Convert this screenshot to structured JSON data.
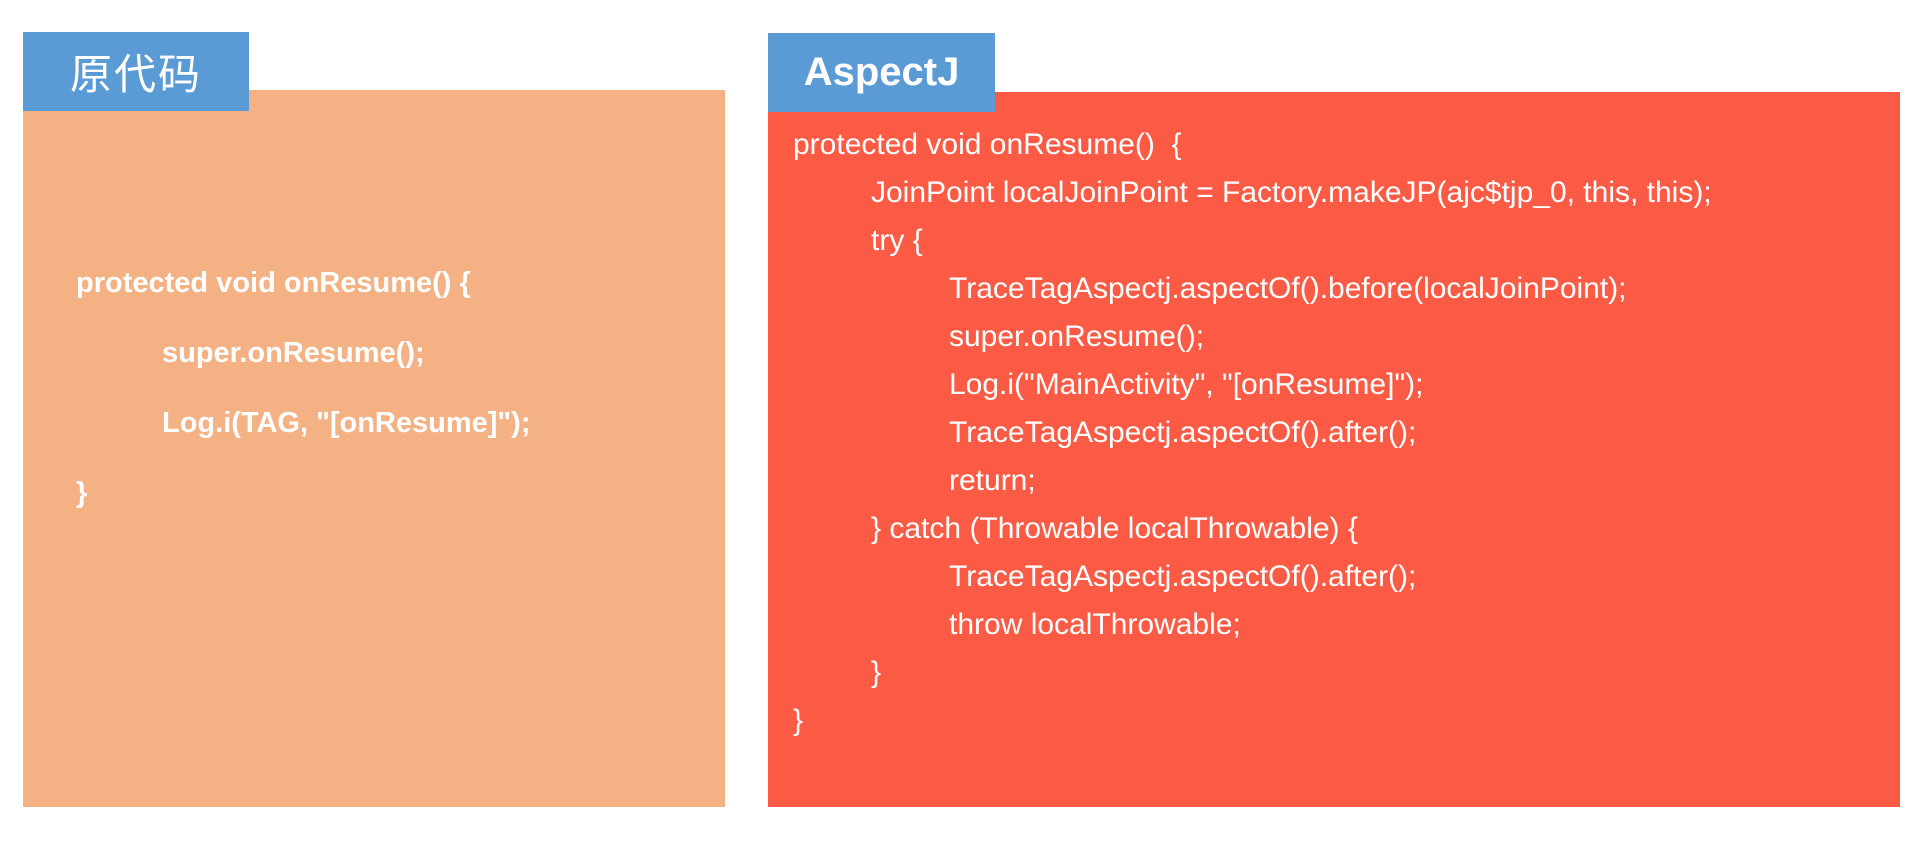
{
  "left_panel": {
    "tab_label": "原代码",
    "code_lines": [
      {
        "indent": 0,
        "text": "protected void onResume() {"
      },
      {
        "indent": 1,
        "text": "super.onResume();"
      },
      {
        "indent": 1,
        "text": "Log.i(TAG, \"[onResume]\");"
      },
      {
        "indent": 0,
        "text": "}"
      }
    ]
  },
  "right_panel": {
    "tab_label": "AspectJ",
    "code_lines": [
      {
        "indent": 0,
        "text": "protected void onResume()  {"
      },
      {
        "indent": 1,
        "text": "JoinPoint localJoinPoint = Factory.makeJP(ajc$tjp_0, this, this);"
      },
      {
        "indent": 1,
        "text": "try {"
      },
      {
        "indent": 2,
        "text": "TraceTagAspectj.aspectOf().before(localJoinPoint);"
      },
      {
        "indent": 2,
        "text": "super.onResume();"
      },
      {
        "indent": 2,
        "text": "Log.i(\"MainActivity\", \"[onResume]\");"
      },
      {
        "indent": 2,
        "text": "TraceTagAspectj.aspectOf().after();"
      },
      {
        "indent": 2,
        "text": "return;"
      },
      {
        "indent": 1,
        "text": "} catch (Throwable localThrowable) {"
      },
      {
        "indent": 2,
        "text": "TraceTagAspectj.aspectOf().after();"
      },
      {
        "indent": 2,
        "text": "throw localThrowable;"
      },
      {
        "indent": 1,
        "text": "}"
      },
      {
        "indent": 0,
        "text": "}"
      }
    ]
  },
  "colors": {
    "tab_blue": "#5B9BD5",
    "left_panel_orange": "#F4B183",
    "right_panel_red": "#FB5B45",
    "code_text": "#FFFFFF",
    "page_background": "#FFFFFF"
  }
}
